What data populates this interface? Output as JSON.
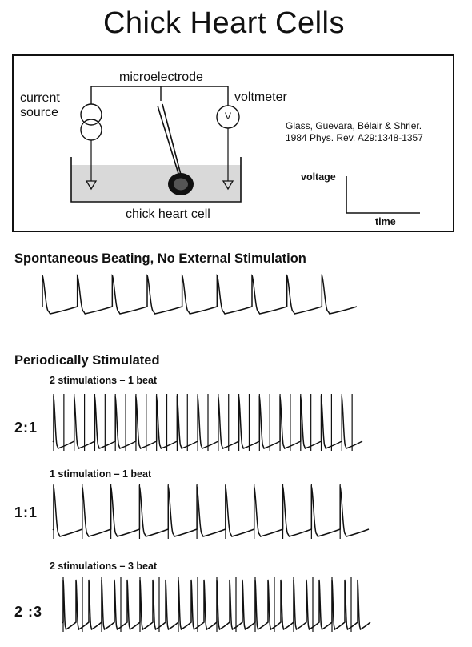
{
  "title": "Chick Heart Cells",
  "apparatus": {
    "current_source": [
      "current",
      "source"
    ],
    "microelectrode": "microelectrode",
    "voltmeter": "voltmeter",
    "voltmeter_symbol": "V",
    "cell": "chick heart cell",
    "citation": [
      "Glass, Guevara, Bélair & Shrier.",
      "1984  Phys. Rev. A29:1348-1357"
    ],
    "axis_y": "voltage",
    "axis_x": "time"
  },
  "spontaneous": {
    "title": "Spontaneous Beating, No External Stimulation",
    "beats": 9
  },
  "periodic": {
    "title": "Periodically Stimulated",
    "rows": [
      {
        "ratio": "2:1",
        "caption": "2 stimulations – 1 beat",
        "stimuli": 30,
        "beats": 15
      },
      {
        "ratio": "1:1",
        "caption": "1 stimulation – 1 beat",
        "stimuli": 11,
        "beats": 11
      },
      {
        "ratio": "2 :3",
        "caption": "2 stimulations – 3 beat",
        "stimuli": 16,
        "beats": 24
      }
    ]
  }
}
